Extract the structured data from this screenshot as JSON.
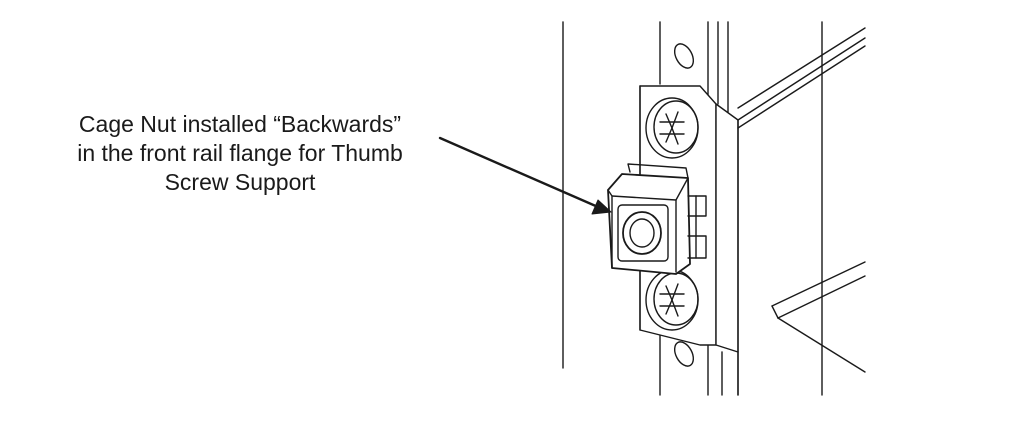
{
  "callout": {
    "lines": [
      "Cage Nut installed “Backwards”",
      "in the front rail flange for Thumb",
      "Screw Support"
    ]
  },
  "colors": {
    "stroke": "#1a1a1a",
    "background": "#ffffff"
  },
  "parts": {
    "cage_nut": "cage-nut",
    "upper_screw": "phillips-screw",
    "lower_screw": "phillips-screw",
    "front_rail": "rack-rail"
  }
}
